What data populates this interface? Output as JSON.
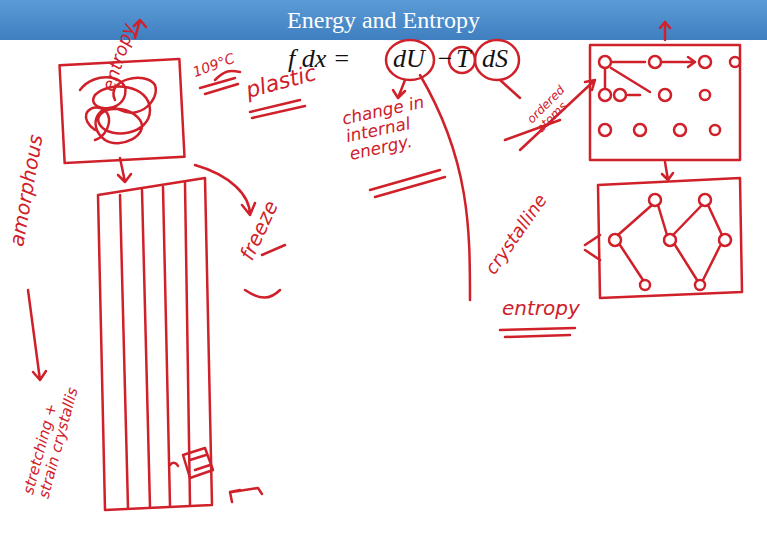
{
  "diagram": {
    "title": "Energy and Entropy",
    "labels": [
      "f dx =",
      "dU",
      "−",
      "T",
      "dS",
      "amorphous",
      "entropy",
      "109°C",
      "plastic",
      "change in internal energy.",
      "freeze",
      "ordered atoms",
      "crystalline",
      "entropy",
      "stretching + strain crystallis"
    ]
  }
}
